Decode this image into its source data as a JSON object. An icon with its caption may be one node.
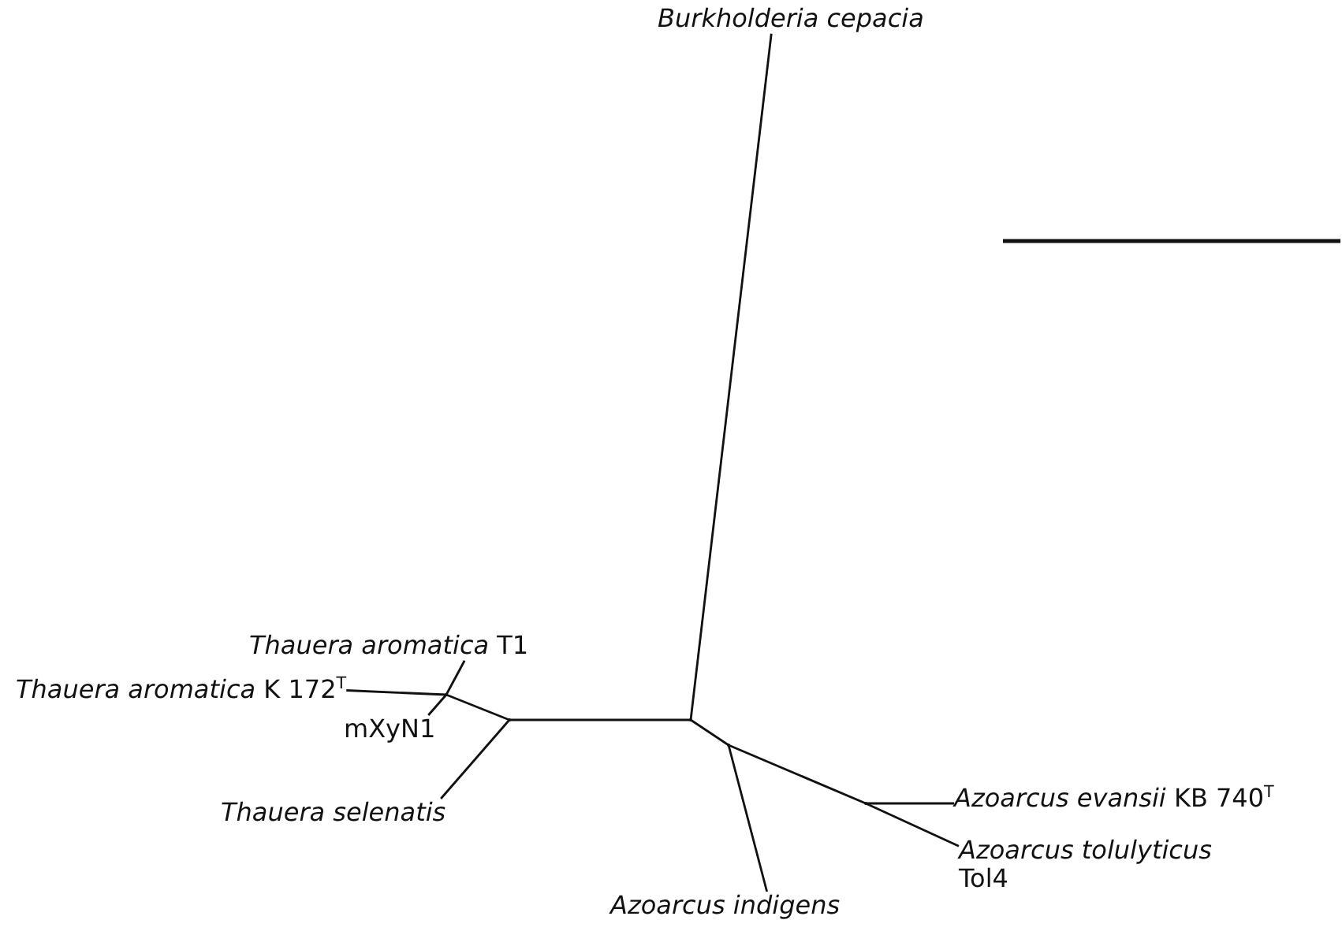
{
  "diagram": {
    "nodes": [
      {
        "text": [
          "Burkholderia cepacia"
        ]
      },
      {
        "text": [
          "*Thauera aromatica* T1"
        ]
      },
      {
        "text": [
          "*Thauera aromatica* K 172$^{T}$"
        ]
      },
      {
        "text": [
          "mXyN1"
        ]
      },
      {
        "text": [
          "Thauera selenatis"
        ]
      },
      {
        "text": [
          "*Azoarcus evansii* KB 740$^{T}$"
        ]
      },
      {
        "text": [
          "*Azoarcus tolulyticus* Tol4"
        ]
      },
      {
        "text": [
          "Azoarcus indigens"
        ]
      },
      {
        "text": [],
        "shape": "point"
      },
      {
        "text": [],
        "shape": "point"
      },
      {
        "text": [],
        "shape": "point"
      },
      {
        "text": [],
        "shape": "point"
      },
      {
        "text": [],
        "shape": "point"
      }
    ],
    "edges": [
      {
        "from": 8,
        "to": 0,
        "arrow": "none"
      },
      {
        "from": 8,
        "to": 9,
        "arrow": "none"
      },
      {
        "from": 8,
        "to": 10,
        "arrow": "none"
      },
      {
        "from": 9,
        "to": 11,
        "arrow": "none"
      },
      {
        "from": 9,
        "to": 4,
        "arrow": "none"
      },
      {
        "from": 11,
        "to": 1,
        "arrow": "none"
      },
      {
        "from": 11,
        "to": 2,
        "arrow": "none"
      },
      {
        "from": 11,
        "to": 3,
        "arrow": "none"
      },
      {
        "from": 10,
        "to": 7,
        "arrow": "none"
      },
      {
        "from": 10,
        "to": 12,
        "arrow": "none"
      },
      {
        "from": 12,
        "to": 5,
        "arrow": "none"
      },
      {
        "from": 12,
        "to": 6,
        "arrow": "none"
      }
    ]
  }
}
